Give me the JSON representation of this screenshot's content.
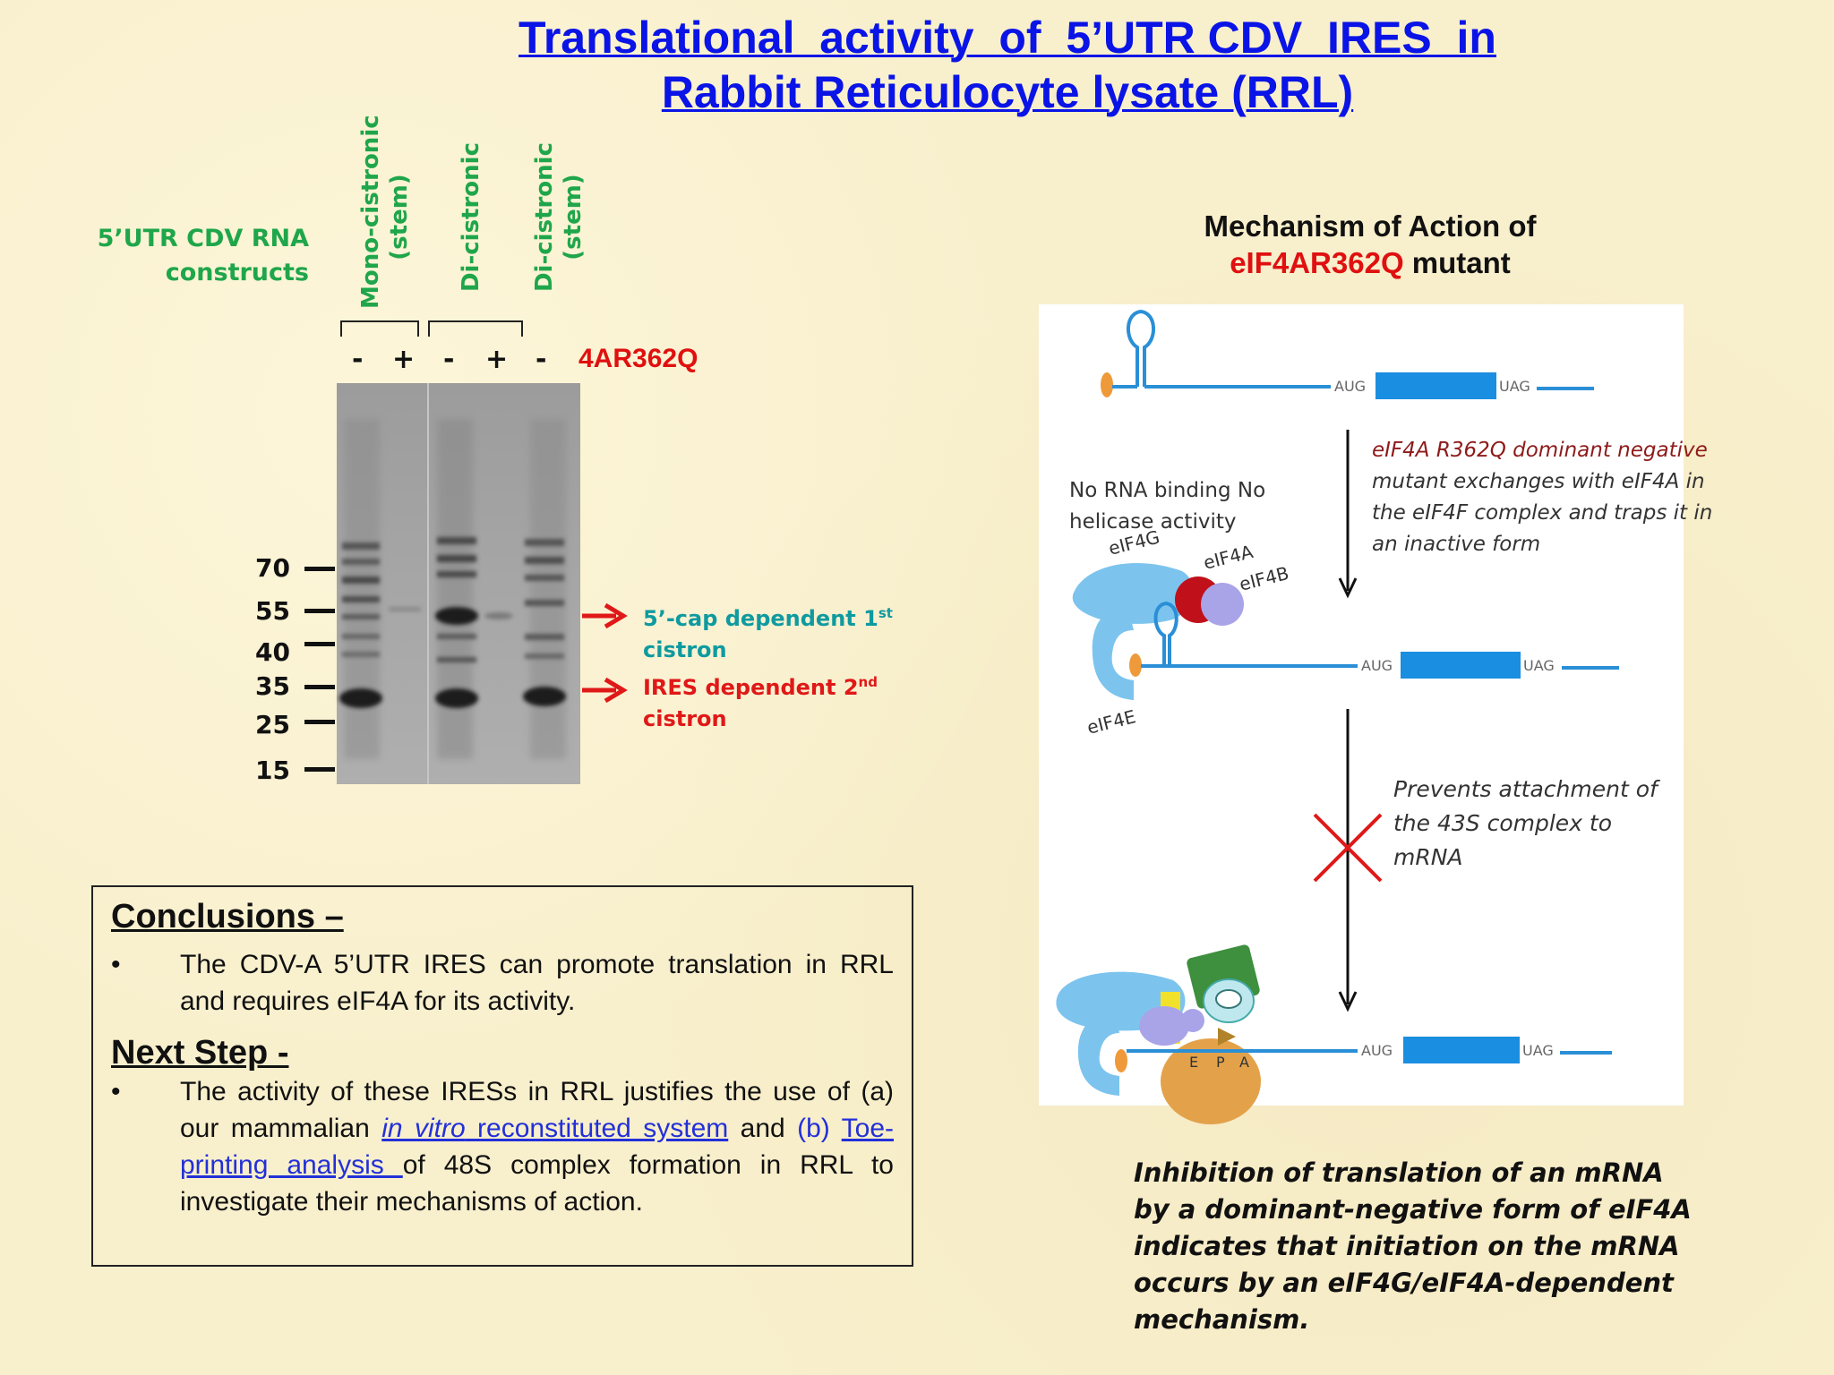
{
  "title": {
    "line1": "Translational  activity  of  5’UTR CDV  IRES  in",
    "line2": "Rabbit Reticulocyte lysate (RRL)"
  },
  "gel": {
    "constructs_label_1": "5’UTR CDV RNA",
    "constructs_label_2": "constructs",
    "lane_groups": [
      {
        "line1": "Mono-cistronic",
        "line2": "(stem)"
      },
      {
        "line1": "Di-cistronic",
        "line2": ""
      },
      {
        "line1": "Di-cistronic",
        "line2": "(stem)"
      }
    ],
    "lane_signs": [
      "-",
      "+",
      "-",
      "+",
      "-"
    ],
    "treatment_label": "4AR362Q",
    "markers": [
      "70",
      "55",
      "40",
      "35",
      "25",
      "15"
    ],
    "annotation_cap_1": "5’-cap dependent 1",
    "annotation_cap_sup": "st",
    "annotation_cap_2": "cistron",
    "annotation_ires_1": "IRES dependent 2",
    "annotation_ires_sup": "nd",
    "annotation_ires_2": "cistron",
    "colors": {
      "green": "#1fa64a",
      "teal": "#0f9aa0",
      "red": "#e01818"
    }
  },
  "conclusions": {
    "heading": "Conclusions –",
    "bullet_symbol": "•",
    "bullet1": "The CDV-A 5’UTR IRES  can promote translation in RRL and requires eIF4A for its activity.",
    "next_heading": "Next Step -",
    "bullet2_a": "The activity of these IRESs in RRL justifies the use of (a) our mammalian ",
    "bullet2_link1_italic": "in vitro",
    "bullet2_link1_rest": " reconstituted system",
    "bullet2_b": " and ",
    "bullet2_b_label": "(b)",
    "bullet2_link2": "Toe-printing analysis ",
    "bullet2_c": "of 48S complex formation in RRL to investigate their mechanisms of action."
  },
  "mechanism": {
    "title_line1": "Mechanism of Action of",
    "title_mutant": "eIF4AR362Q",
    "title_suffix": " mutant",
    "aug": "AUG",
    "uag": "UAG",
    "note_dominant_1": "eIF4A R362Q dominant negative",
    "note_dominant_2": "mutant exchanges with eIF4A in",
    "note_dominant_3": "the eIF4F complex and traps it in",
    "note_dominant_4": "an inactive form",
    "note_binding_1": "No RNA binding  No",
    "note_binding_2": "helicase activity",
    "label_eif4g": "eIF4G",
    "label_eif4a": "eIF4A",
    "label_eif4b": "eIF4B",
    "label_eif4e": "eIF4E",
    "note_prevents_1": "Prevents attachment of",
    "note_prevents_2": "the 43S complex to",
    "note_prevents_3": "mRNA",
    "site_e": "E",
    "site_p": "P",
    "site_a": "A",
    "colors": {
      "mrna": "#2a8fd6",
      "orf": "#1a8ee0",
      "factor": "#7cc4ee",
      "mutant": "#c0101a",
      "eif4b": "#a9a4e8",
      "cap": "#ef9a3a",
      "ribosome": "#e3a24a"
    }
  },
  "caption": "Inhibition of translation of an mRNA by a dominant-negative form of eIF4A indicates that initiation on the mRNA occurs by an eIF4G/eIF4A-dependent mechanism."
}
